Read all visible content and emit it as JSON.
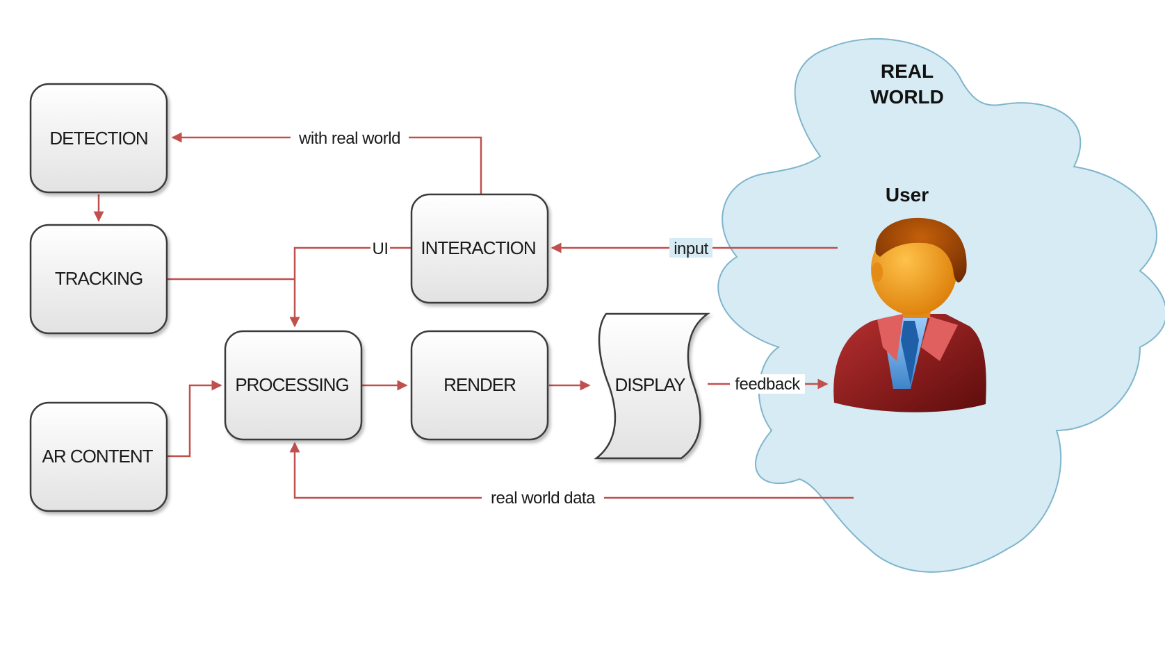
{
  "colors": {
    "box_fill_top": "#ffffff",
    "box_fill_bottom": "#e4e4e4",
    "box_stroke": "#3a3a3a",
    "edge": "#c0504d",
    "cloud_fill": "#d6ebf3",
    "cloud_stroke": "#7fb5cc"
  },
  "nodes": {
    "detection": "DETECTION",
    "tracking": "TRACKING",
    "ar_content": "AR CONTENT",
    "processing": "PROCESSING",
    "interaction": "INTERACTION",
    "render": "RENDER",
    "display": "DISPLAY"
  },
  "edges": {
    "with_real_world": "with real world",
    "ui": "UI",
    "input": "input",
    "feedback": "feedback",
    "real_world_data": "real world data"
  },
  "cloud": {
    "title_line1": "REAL",
    "title_line2": "WORLD",
    "user_label": "User",
    "user_icon": "user-icon"
  }
}
